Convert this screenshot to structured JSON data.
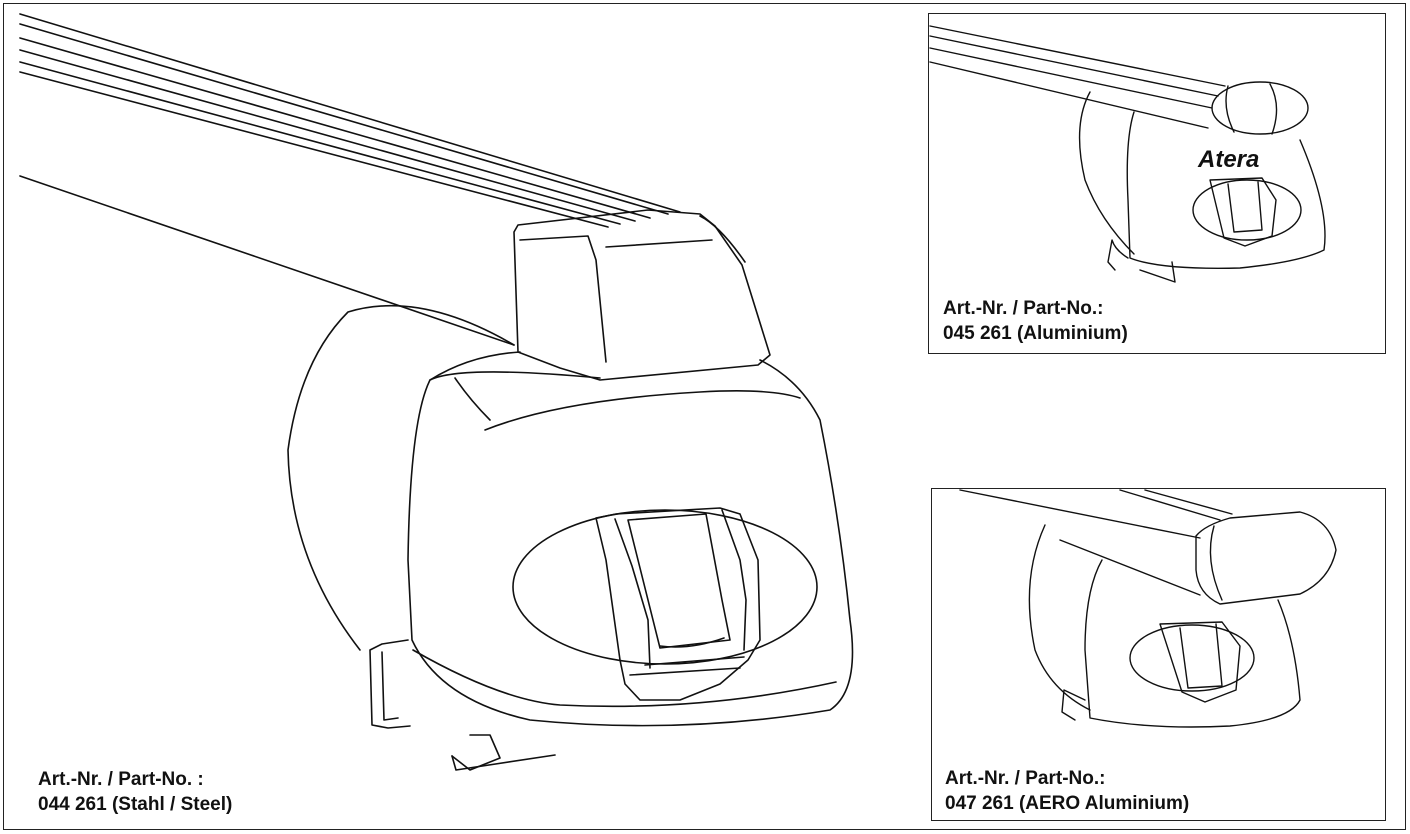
{
  "main_product": {
    "part_label": "Art.-Nr. / Part-No. :",
    "part_number": "044 261 (Stahl / Steel)"
  },
  "inset_aluminium": {
    "brand_logo": "Atera",
    "part_label": "Art.-Nr. / Part-No.:",
    "part_number": "045 261 (Aluminium)"
  },
  "inset_aero": {
    "part_label": "Art.-Nr. / Part-No.:",
    "part_number": "047 261 (AERO Aluminium)"
  },
  "colors": {
    "line": "#111111",
    "background": "#ffffff"
  }
}
